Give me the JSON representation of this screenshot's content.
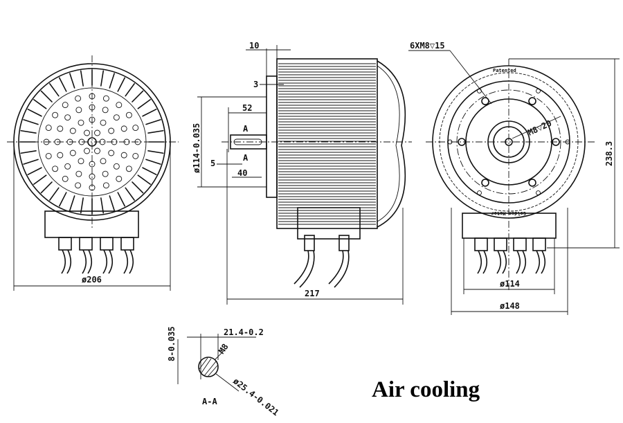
{
  "front_view": {
    "diameter_label": "ø206"
  },
  "side_view": {
    "dim_top": "10",
    "dim_flange": "3",
    "dim_shaft_length": "52",
    "section_mark_top": "A",
    "section_mark_bottom": "A",
    "dim_key_offset": "5",
    "dim_key_length": "40",
    "dim_pilot_diameter": "ø114-0.035",
    "dim_overall_length": "217"
  },
  "rear_view": {
    "bolt_callout": "6XM8▽15",
    "stamp_top": "Patented",
    "center_thread": "M8▽20",
    "stamp_bottom": "Golden Motor",
    "dim_height": "238.3",
    "dim_inner_diameter": "ø114",
    "dim_outer_diameter": "ø148"
  },
  "section_view": {
    "dim_key_height": "21.4-0.2",
    "dim_key_width": "8-0.035",
    "thread": "M8",
    "shaft_diameter": "ø25.4-0.021",
    "label": "A-A"
  },
  "caption": "Air cooling"
}
